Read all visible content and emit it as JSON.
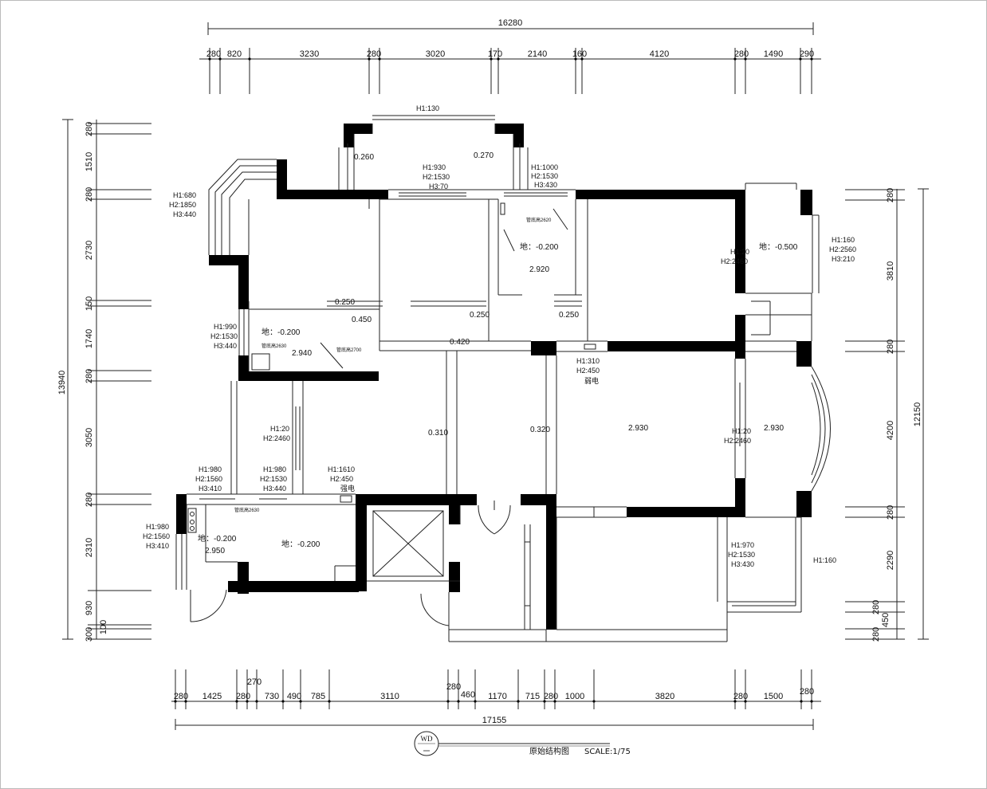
{
  "top_total": "16280",
  "top_segments": [
    "280",
    "820",
    "3230",
    "280",
    "3020",
    "170",
    "2140",
    "160",
    "4120",
    "280",
    "1490",
    "290"
  ],
  "bottom_total": "17155",
  "bottom_segments": [
    "280",
    "1425",
    "280",
    "270",
    "730",
    "490",
    "785",
    "3110",
    "280",
    "460",
    "1170",
    "715",
    "280",
    "1000",
    "3820",
    "280",
    "1500",
    "280"
  ],
  "left_total": "13940",
  "left_segments": [
    "280",
    "1510",
    "280",
    "2730",
    "150",
    "1740",
    "280",
    "3050",
    "280",
    "2310",
    "930",
    "100",
    "300"
  ],
  "right_total": "12150",
  "right_segments": [
    "280",
    "3810",
    "280",
    "4200",
    "280",
    "2290",
    "280",
    "450",
    "280"
  ],
  "elevations": {
    "e1": "0.260",
    "e2": "0.270",
    "e3": "0.250",
    "e4": "0.450",
    "e5": "0.250",
    "e6": "0.250",
    "e7": "0.420",
    "e8": "0.310",
    "e9": "0.320",
    "e10": "2.930",
    "e11": "2.930",
    "e12": "2.920",
    "e13": "2.940",
    "e14": "2.950"
  },
  "floors": {
    "f1": "地：-0.200",
    "f2": "地：-0.500",
    "f3": "地：-0.200",
    "f4": "地：-0.200",
    "f5": "地：-0.200"
  },
  "window_labels": {
    "w_top": "H1:130",
    "w_a": [
      "H1:930",
      "H2:1530",
      "H3:70"
    ],
    "w_b": [
      "H1:1000",
      "H2:1530",
      "H3:430"
    ],
    "w_c": [
      "H1:680",
      "H2:1850",
      "H3:440"
    ],
    "w_d": [
      "H1:160",
      "H2:2560",
      "H3:210"
    ],
    "w_e": [
      "H1:20",
      "H2:2460"
    ],
    "w_f": [
      "H1:990",
      "H2:1530",
      "H3:440"
    ],
    "w_g": [
      "H1:310",
      "H2:450",
      "弱电"
    ],
    "w_h": [
      "H1:20",
      "H2:2460"
    ],
    "w_i": [
      "H1:20",
      "H2:2460"
    ],
    "w_j": [
      "H1:980",
      "H2:1560",
      "H3:410"
    ],
    "w_k": [
      "H1:980",
      "H2:1530",
      "H3:440"
    ],
    "w_l": [
      "H1:1610",
      "H2:450",
      "强电"
    ],
    "w_m": [
      "H1:980",
      "H2:1560",
      "H3:410"
    ],
    "w_n": [
      "H1:970",
      "H2:1530",
      "H3:430"
    ],
    "w_o": "H1:160"
  },
  "pipes": {
    "p1": "管底高2620",
    "p2": "管底高2630",
    "p3": "管底高2700",
    "p4": "管底高2630"
  },
  "title_block": {
    "badge": "WD",
    "name": "原始结构图",
    "scale": "SCALE:1/75"
  }
}
